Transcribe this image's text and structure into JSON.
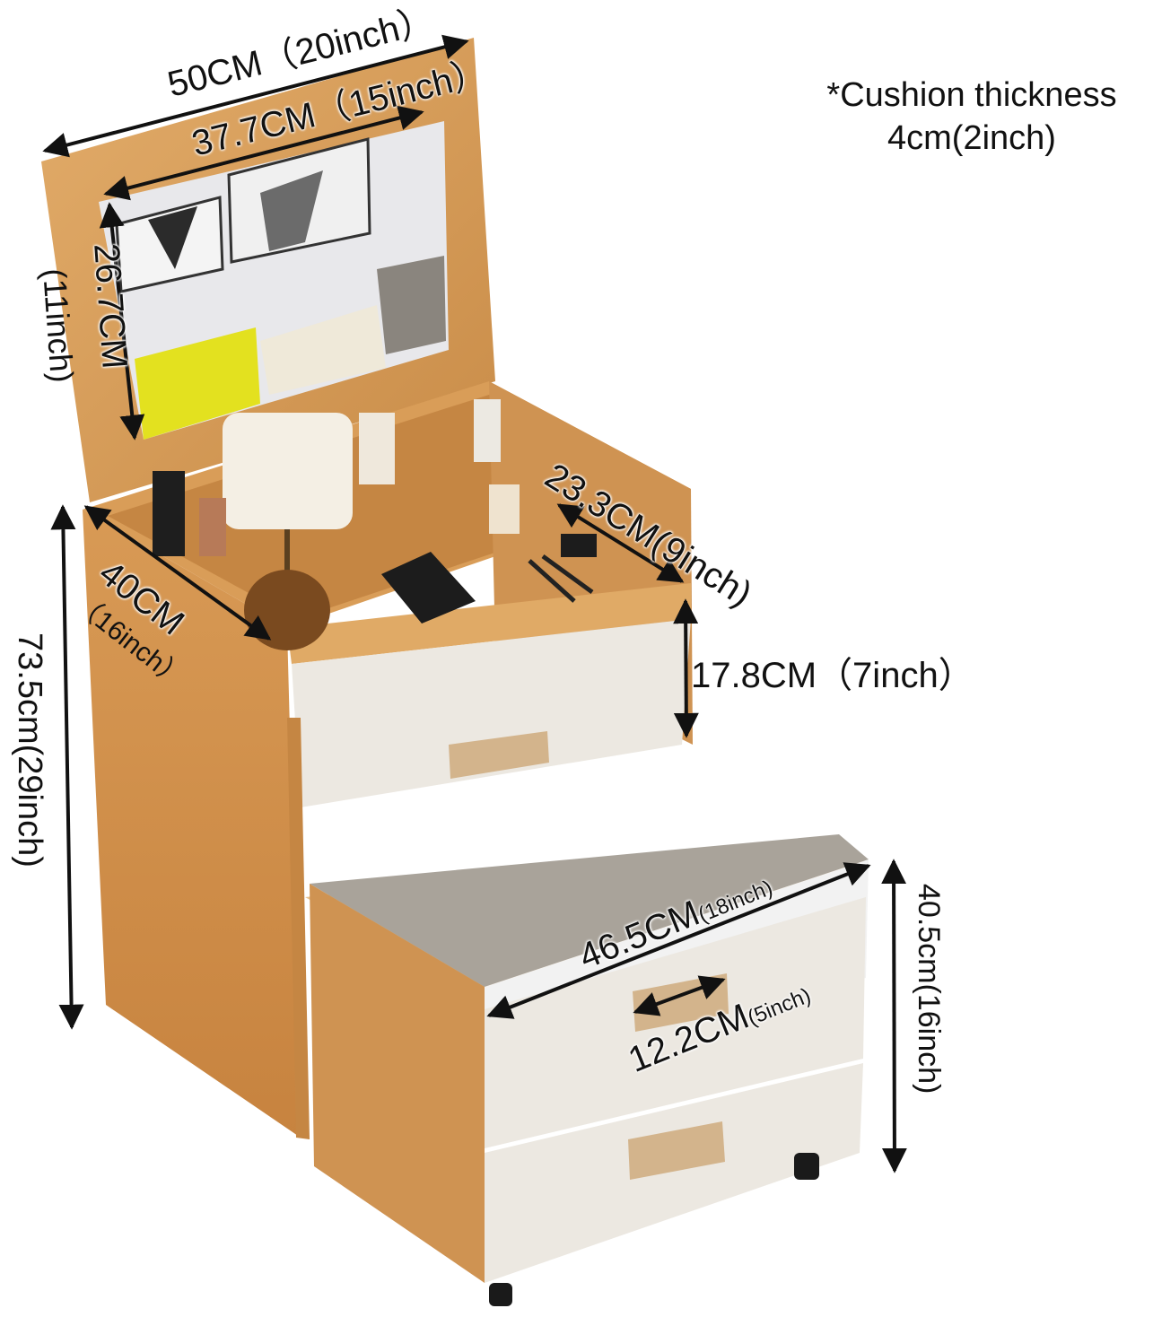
{
  "note": {
    "line1": "*Cushion thickness",
    "line2": "4cm(2inch)"
  },
  "colors": {
    "wood": "#d9a25f",
    "wood_dark": "#b8783a",
    "drawer_white": "#ece8e1",
    "cushion": "#a9a39a",
    "mirror": "#e9e9ec",
    "handle": "#d3b48c",
    "ink": "#111111"
  },
  "dimensions": {
    "vanity_width": {
      "cm": "50CM",
      "inch": "（20inch）"
    },
    "mirror_width": {
      "cm": "37.7CM",
      "inch": "（15inch）"
    },
    "mirror_height": {
      "cm": "26.7CM",
      "inch": "(11inch)"
    },
    "vanity_depth": {
      "cm": "40CM",
      "inch": "（16inch）"
    },
    "tray_depth": {
      "cm": "23.3CM",
      "inch": "(9inch)"
    },
    "drawer_height": {
      "cm": "17.8CM",
      "inch": "（7inch）"
    },
    "vanity_height": {
      "label": "73.5cm(29inch)"
    },
    "stool_width": {
      "cm": "46.5CM",
      "inch": "(18inch)"
    },
    "handle_width": {
      "cm": "12.2CM",
      "inch": "(5inch)"
    },
    "stool_height": {
      "label": "40.5cm(16inch)"
    }
  }
}
